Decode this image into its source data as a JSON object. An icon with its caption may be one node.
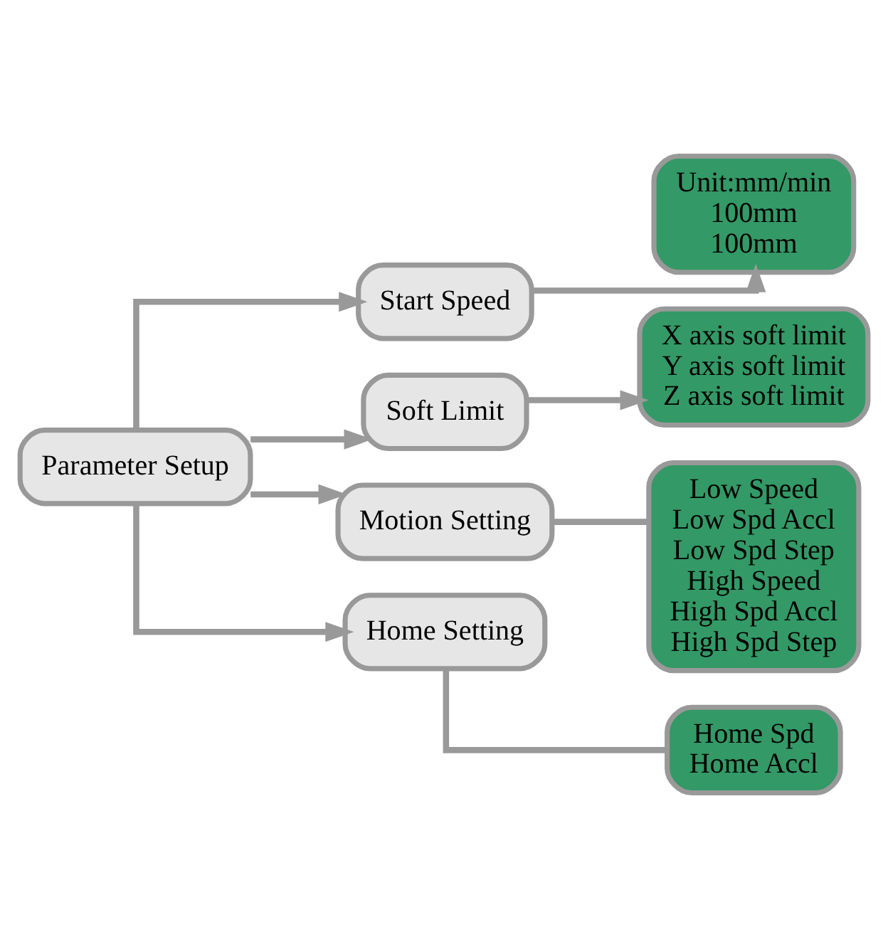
{
  "diagram": {
    "nodes": [
      {
        "text": [
          "Parameter Setup"
        ]
      },
      {
        "text": [
          "Start Speed"
        ]
      },
      {
        "text": [
          "Soft Limit"
        ]
      },
      {
        "text": [
          "Motion Setting"
        ]
      },
      {
        "text": [
          "Home Setting"
        ]
      },
      {
        "text": [
          "Unit:mm/min",
          "100mm",
          "100mm"
        ]
      },
      {
        "text": [
          "X axis soft limit",
          "Y axis soft limit",
          "Z axis soft limit"
        ]
      },
      {
        "text": [
          "Low Speed",
          "Low Spd Accl",
          "Low Spd Step",
          "High Speed",
          "High Spd Accl",
          "High Spd Step"
        ]
      },
      {
        "text": [
          "Home Spd",
          "Home Accl"
        ]
      }
    ],
    "edges": [
      {
        "from": 0,
        "to": 1,
        "arrow": "to"
      },
      {
        "from": 0,
        "to": 2,
        "arrow": "to"
      },
      {
        "from": 0,
        "to": 3,
        "arrow": "to"
      },
      {
        "from": 0,
        "to": 4,
        "arrow": "to"
      },
      {
        "from": 1,
        "to": 5,
        "arrow": "to"
      },
      {
        "from": 2,
        "to": 6,
        "arrow": "to"
      },
      {
        "from": 3,
        "to": 7,
        "arrow": "none"
      },
      {
        "from": 4,
        "to": 8,
        "arrow": "none"
      }
    ]
  }
}
